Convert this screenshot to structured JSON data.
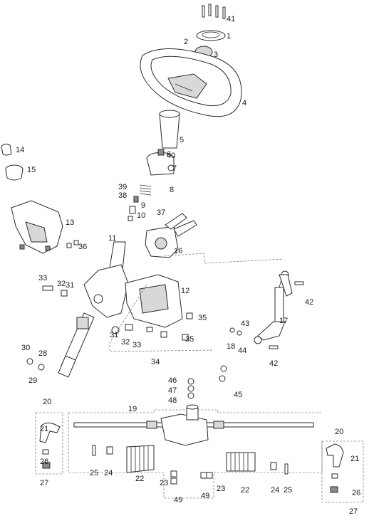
{
  "diagram": {
    "type": "exploded-parts-diagram",
    "callouts": [
      "1",
      "2",
      "3",
      "4",
      "5",
      "6",
      "7",
      "8",
      "9",
      "10",
      "11",
      "12",
      "13",
      "14",
      "15",
      "16",
      "17",
      "18",
      "19",
      "20",
      "20",
      "21",
      "21",
      "22",
      "22",
      "23",
      "23",
      "24",
      "24",
      "25",
      "25",
      "26",
      "26",
      "27",
      "27",
      "28",
      "29",
      "30",
      "31",
      "31",
      "32",
      "32",
      "33",
      "33",
      "34",
      "35",
      "35",
      "36",
      "37",
      "38",
      "39",
      "40",
      "41",
      "42",
      "42",
      "43",
      "44",
      "45",
      "46",
      "47",
      "48",
      "49",
      "49"
    ]
  }
}
